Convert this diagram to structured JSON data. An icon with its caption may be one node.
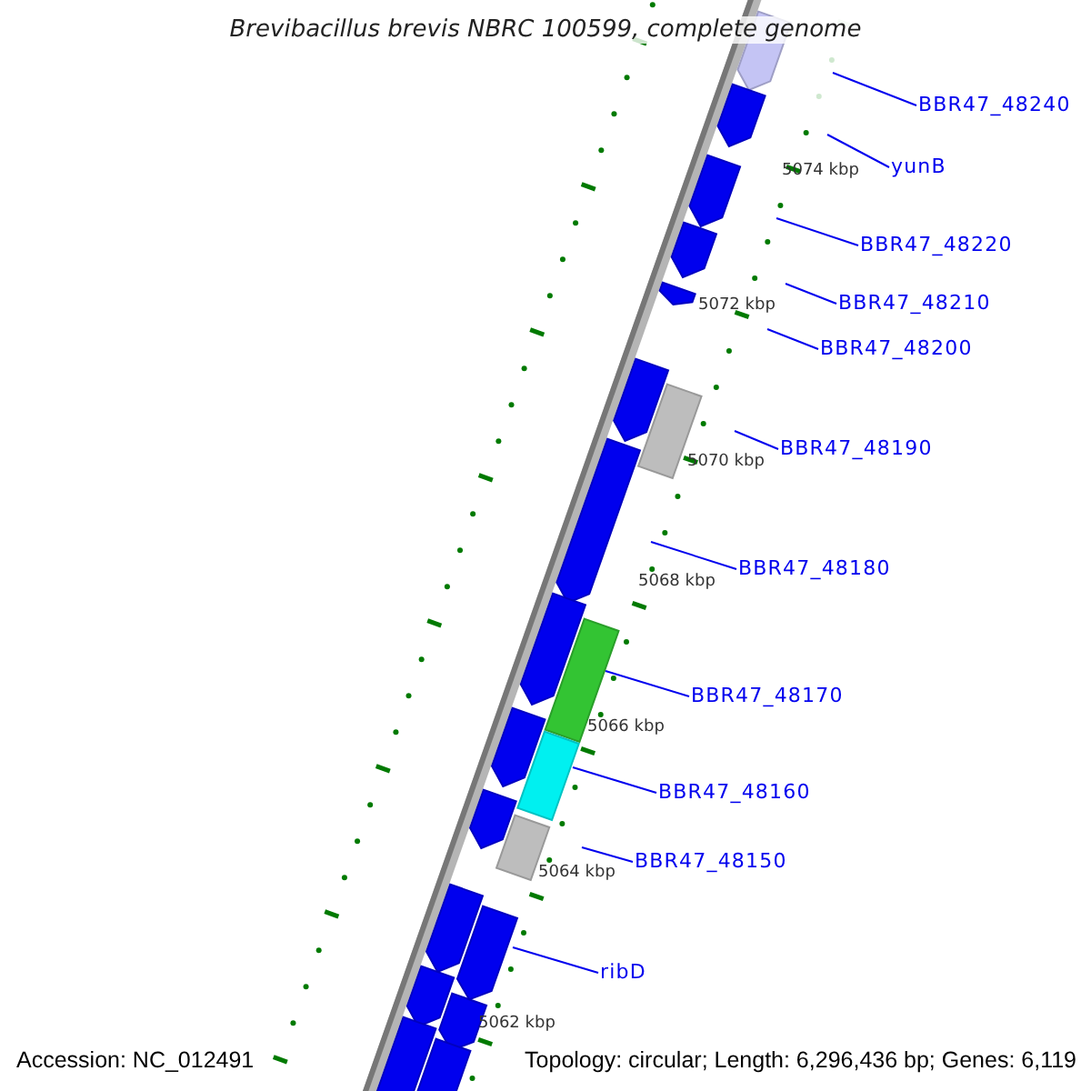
{
  "diagram": {
    "title": "Brevibacillus brevis NBRC 100599, complete genome",
    "nodes": [
      {
        "text": [
          "BBR47_48240"
        ]
      },
      {
        "text": [
          "yunB"
        ]
      },
      {
        "text": [
          "BBR47_48220"
        ]
      },
      {
        "text": [
          "BBR47_48210"
        ]
      },
      {
        "text": [
          "BBR47_48200"
        ]
      },
      {
        "text": [
          "BBR47_48190"
        ]
      },
      {
        "text": [
          "BBR47_48180"
        ]
      },
      {
        "text": [
          "BBR47_48170"
        ]
      },
      {
        "text": [
          "BBR47_48160"
        ]
      },
      {
        "text": [
          "BBR47_48150"
        ]
      },
      {
        "text": [
          "ribD"
        ]
      }
    ],
    "edges": [
      {
        "from": 0,
        "to": null,
        "arrow": "none"
      },
      {
        "from": 1,
        "to": null,
        "arrow": "none"
      },
      {
        "from": 2,
        "to": null,
        "arrow": "none"
      },
      {
        "from": 3,
        "to": null,
        "arrow": "none"
      },
      {
        "from": 4,
        "to": null,
        "arrow": "none"
      },
      {
        "from": 5,
        "to": null,
        "arrow": "none"
      },
      {
        "from": 6,
        "to": null,
        "arrow": "none"
      },
      {
        "from": 7,
        "to": null,
        "arrow": "none"
      },
      {
        "from": 8,
        "to": null,
        "arrow": "none"
      },
      {
        "from": 9,
        "to": null,
        "arrow": "none"
      },
      {
        "from": 10,
        "to": null,
        "arrow": "none"
      }
    ],
    "labels": [
      "5074 kbp",
      "5072 kbp",
      "5070 kbp",
      "5068 kbp",
      "5066 kbp",
      "5064 kbp",
      "5062 kbp",
      "Accession: NC_012491",
      "Topology: circular; Length: 6,296,436 bp; Genes: 6,119"
    ]
  }
}
